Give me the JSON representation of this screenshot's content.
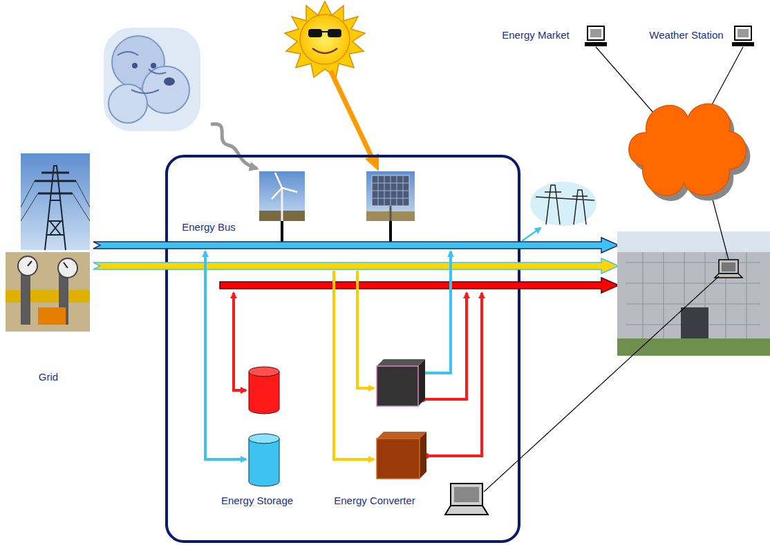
{
  "diagram": {
    "nodes": [
      {
        "text": [
          "Energy Market"
        ]
      },
      {
        "text": [
          "Weather Station"
        ]
      },
      {
        "text": [
          "Grid"
        ]
      },
      {
        "text": [
          "Energy Storage"
        ]
      },
      {
        "text": [
          "Energy Converter"
        ]
      }
    ],
    "labels": [
      "Energy Bus"
    ]
  }
}
